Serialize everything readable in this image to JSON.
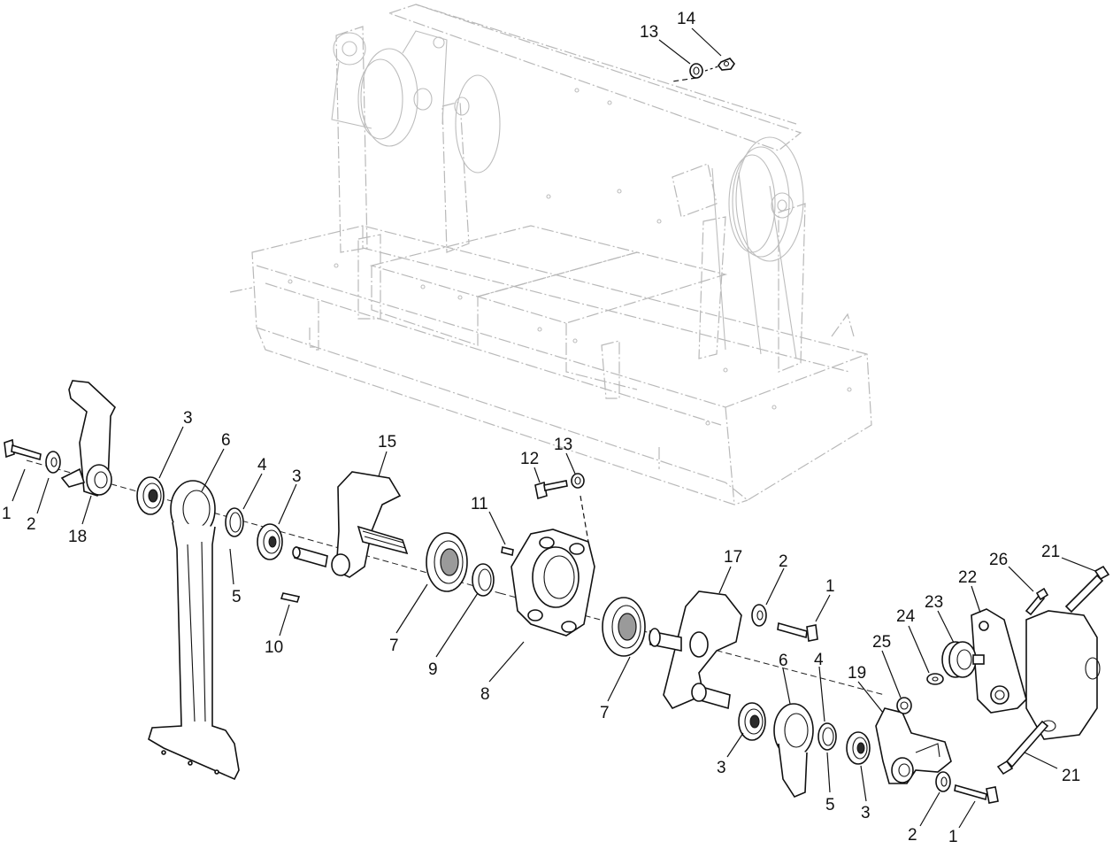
{
  "callouts": [
    {
      "id": "c01",
      "text": "1"
    },
    {
      "id": "c02",
      "text": "2"
    },
    {
      "id": "c03",
      "text": "18"
    },
    {
      "id": "c04",
      "text": "3"
    },
    {
      "id": "c05",
      "text": "6"
    },
    {
      "id": "c06",
      "text": "4"
    },
    {
      "id": "c07",
      "text": "3"
    },
    {
      "id": "c08",
      "text": "5"
    },
    {
      "id": "c09",
      "text": "10"
    },
    {
      "id": "c10",
      "text": "15"
    },
    {
      "id": "c11",
      "text": "7"
    },
    {
      "id": "c12",
      "text": "9"
    },
    {
      "id": "c13",
      "text": "11"
    },
    {
      "id": "c14",
      "text": "12"
    },
    {
      "id": "c15",
      "text": "13"
    },
    {
      "id": "c16",
      "text": "8"
    },
    {
      "id": "c17",
      "text": "7"
    },
    {
      "id": "c18",
      "text": "17"
    },
    {
      "id": "c19",
      "text": "2"
    },
    {
      "id": "c20",
      "text": "1"
    },
    {
      "id": "c21",
      "text": "6"
    },
    {
      "id": "c22",
      "text": "4"
    },
    {
      "id": "c23",
      "text": "3"
    },
    {
      "id": "c24",
      "text": "5"
    },
    {
      "id": "c25",
      "text": "3"
    },
    {
      "id": "c26",
      "text": "19"
    },
    {
      "id": "c27",
      "text": "2"
    },
    {
      "id": "c28",
      "text": "1"
    },
    {
      "id": "c29",
      "text": "25"
    },
    {
      "id": "c30",
      "text": "24"
    },
    {
      "id": "c31",
      "text": "23"
    },
    {
      "id": "c32",
      "text": "22"
    },
    {
      "id": "c33",
      "text": "26"
    },
    {
      "id": "c34",
      "text": "21"
    },
    {
      "id": "c35",
      "text": "21"
    },
    {
      "id": "c36",
      "text": "13"
    },
    {
      "id": "c37",
      "text": "14"
    }
  ],
  "colors": {
    "line": "#111111",
    "frame": "#b9b9b9",
    "background": "#ffffff"
  }
}
